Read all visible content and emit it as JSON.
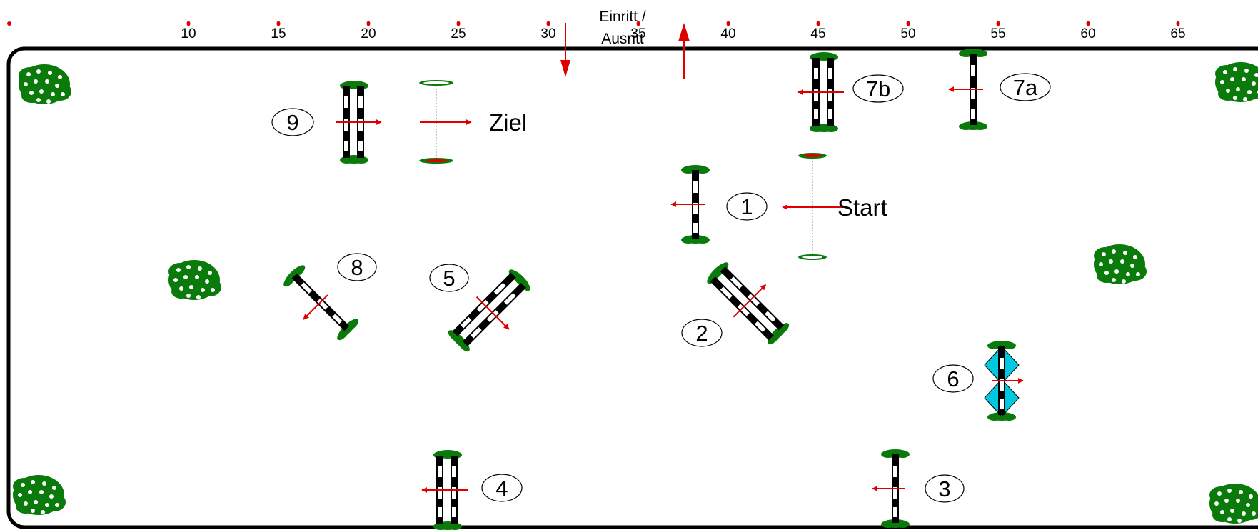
{
  "ruler": {
    "ticks": [
      "10",
      "15",
      "20",
      "25",
      "30",
      "35",
      "40",
      "45",
      "50",
      "55",
      "60",
      "65"
    ],
    "color": "#e00000"
  },
  "entrance": {
    "line1": "Einritt /",
    "line2": "Ausritt"
  },
  "start_label": "Start",
  "finish_label": "Ziel",
  "obstacle_numbers": {
    "n1": "1",
    "n2": "2",
    "n3": "3",
    "n4": "4",
    "n5": "5",
    "n6": "6",
    "n7a": "7a",
    "n7b": "7b",
    "n8": "8",
    "n9": "9"
  },
  "colors": {
    "arena_border": "#000000",
    "arrow": "#e00000",
    "plant": "#0a7a0a",
    "wing": "#00c8e0",
    "flower": "#ffffff"
  },
  "icons": {
    "plant": "shrub-icon",
    "pole": "striped-pole-icon",
    "arrow": "direction-arrow-icon"
  }
}
